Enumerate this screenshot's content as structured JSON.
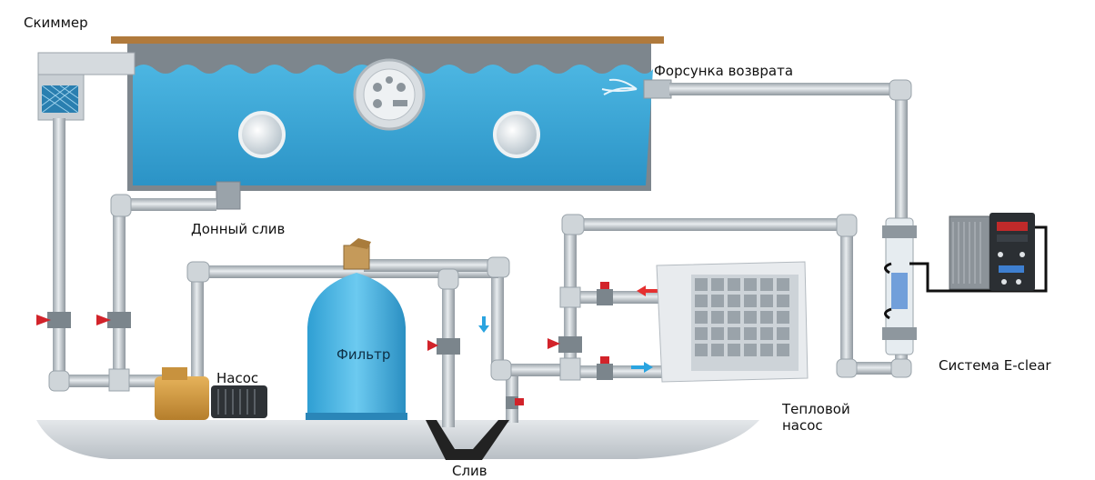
{
  "labels": {
    "skimmer": "Скиммер",
    "return_nozzle": "Форсунка возврата",
    "bottom_drain": "Донный слив",
    "filter": "Фильтр",
    "pump": "Насос",
    "heat_pump": "Тепловой насос",
    "drain": "Слив",
    "eclear": "Система E-clear"
  },
  "colors": {
    "water": "#3aa8d8",
    "pipe": "#c4ccd2",
    "filter": "#4fb8e4",
    "valve": "#d2232a",
    "flow_arrow_hot": "#e53030",
    "flow_arrow_cold": "#2aa4e0"
  },
  "icons": [
    "skimmer-basket-icon",
    "pool-light-icon",
    "jet-icon",
    "valve-icon",
    "pump-icon",
    "heat-pump-icon",
    "e-clear-controller-icon"
  ]
}
